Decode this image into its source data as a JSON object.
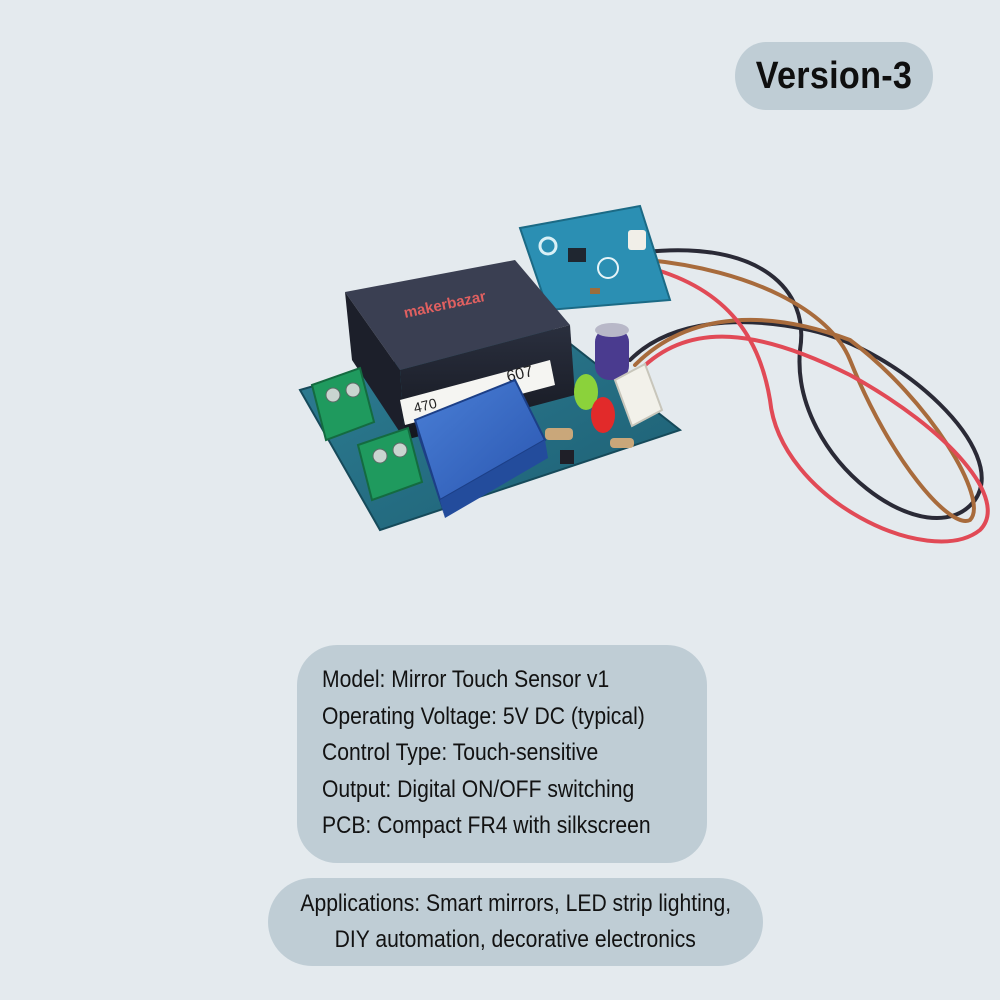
{
  "version_badge": "Version-3",
  "product_image": {
    "board_logo": "makerbazar",
    "board_marking_1": "470",
    "board_marking_2": "607"
  },
  "specs": [
    "Model: Mirror Touch Sensor v1",
    "Operating Voltage: 5V DC (typical)",
    "Control Type: Touch-sensitive",
    "Output: Digital ON/OFF switching",
    "PCB: Compact FR4 with silkscreen"
  ],
  "applications": {
    "line1": "Applications: Smart mirrors, LED strip lighting,",
    "line2": "DIY automation, decorative electronics"
  },
  "colors": {
    "background": "#e4eaee",
    "panel": "#bfcdd5",
    "text": "#121212"
  }
}
